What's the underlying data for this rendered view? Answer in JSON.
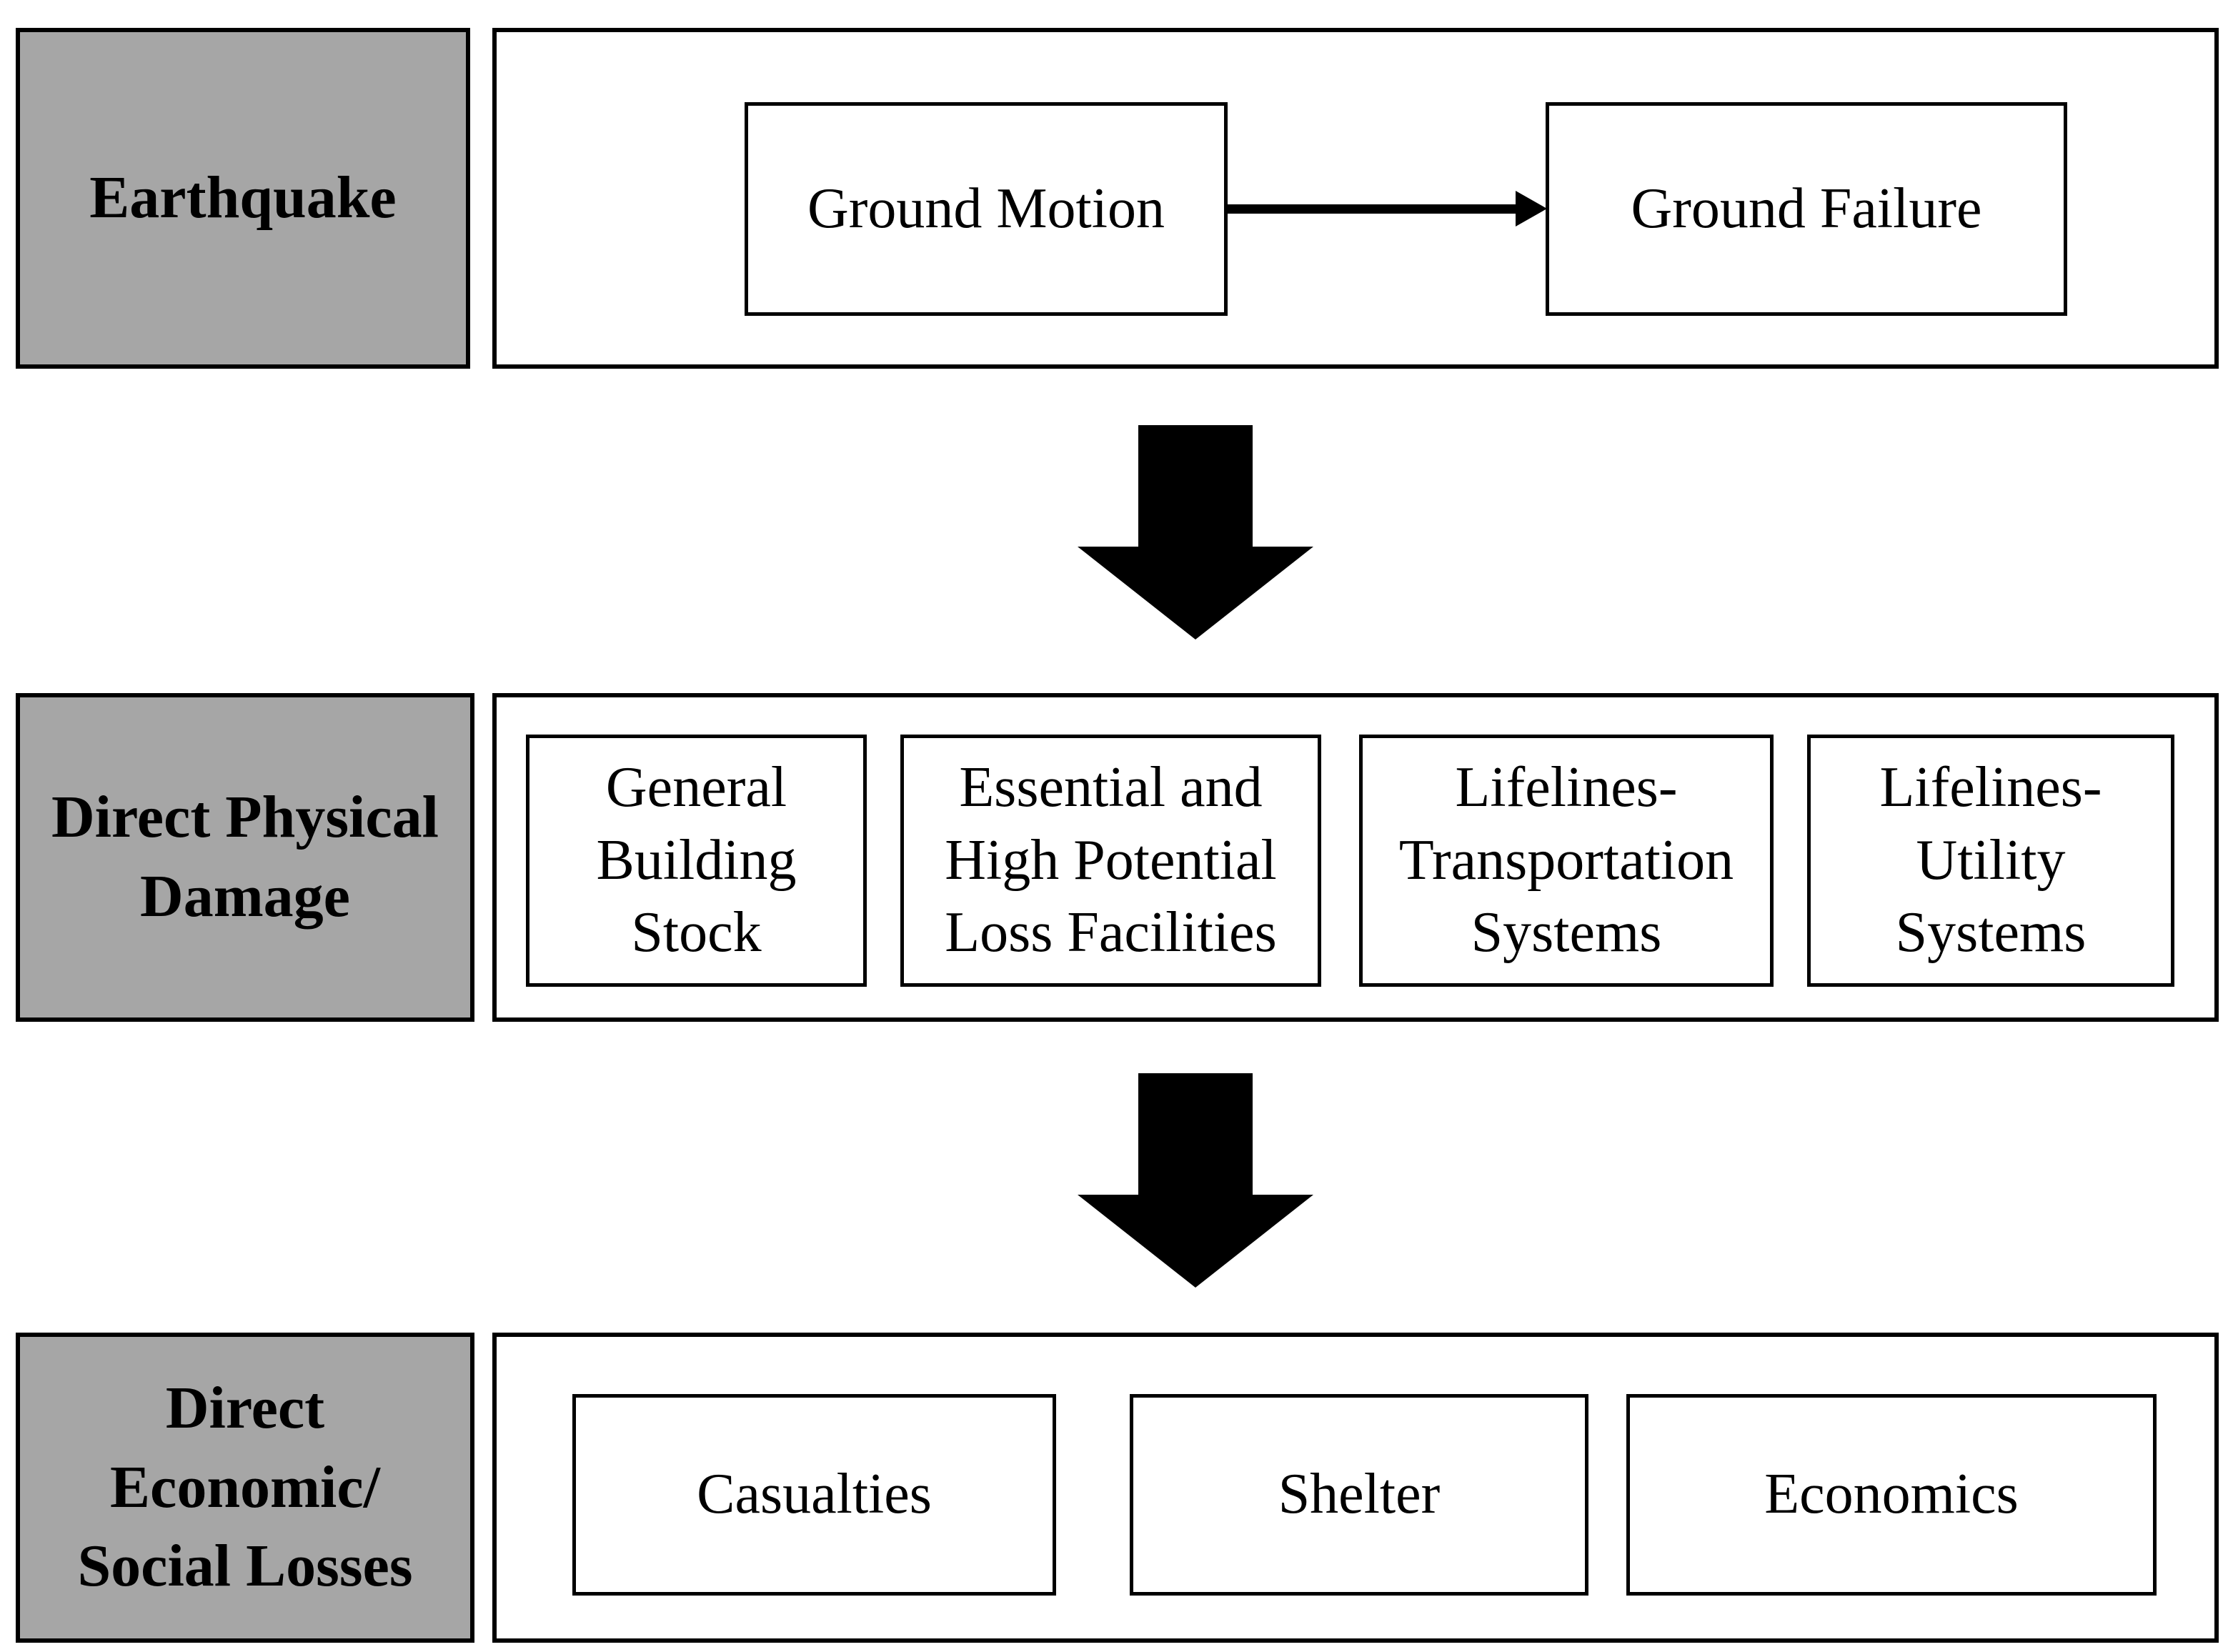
{
  "colors": {
    "label_fill": "#a6a6a6",
    "node_fill": "#ffffff",
    "border": "#000000",
    "arrow": "#000000"
  },
  "icons": {
    "right_arrow": "→",
    "down_arrow": "▼"
  },
  "rows": [
    {
      "label": "Earthquake",
      "label_lines": [
        "Earthquake"
      ],
      "nodes": [
        {
          "label": "Ground Motion",
          "lines": [
            "Ground Motion"
          ]
        },
        {
          "label": "Ground Failure",
          "lines": [
            "Ground Failure"
          ]
        }
      ]
    },
    {
      "label": "Direct Physical Damage",
      "label_lines": [
        "Direct Physical",
        "Damage"
      ],
      "nodes": [
        {
          "label": "General Building Stock",
          "lines": [
            "General",
            "Building",
            "Stock"
          ]
        },
        {
          "label": "Essential and High Potential Loss Facilities",
          "lines": [
            "Essential and",
            "High Potential",
            "Loss Facilities"
          ]
        },
        {
          "label": "Lifelines-Transportation Systems",
          "lines": [
            "Lifelines-",
            "Transportation",
            "Systems"
          ]
        },
        {
          "label": "Lifelines-Utility Systems",
          "lines": [
            "Lifelines-",
            "Utility",
            "Systems"
          ]
        }
      ]
    },
    {
      "label": "Direct Economic/ Social Losses",
      "label_lines": [
        "Direct",
        "Economic/",
        "Social Losses"
      ],
      "nodes": [
        {
          "label": "Casualties",
          "lines": [
            "Casualties"
          ]
        },
        {
          "label": "Shelter",
          "lines": [
            "Shelter"
          ]
        },
        {
          "label": "Economics",
          "lines": [
            "Economics"
          ]
        }
      ]
    }
  ]
}
